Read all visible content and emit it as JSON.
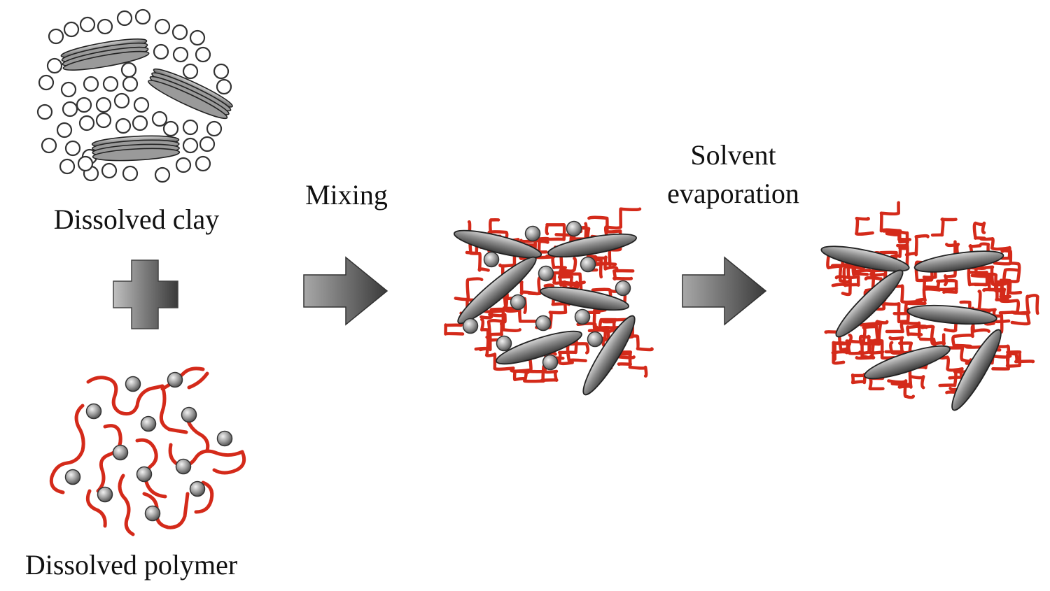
{
  "labels": {
    "dissolved_clay": "Dissolved clay",
    "dissolved_polymer": "Dissolved polymer",
    "mixing": "Mixing",
    "solvent_line1": "Solvent",
    "solvent_line2": "evaporation"
  },
  "colors": {
    "polymer_chain": "#d42a1a",
    "clay_platelet": "#7a7a7a",
    "solvent_molecule": "#333333",
    "arrow": "#5a5a5a",
    "text": "#111111"
  },
  "icons": [
    "plus-icon",
    "arrow-right-icon"
  ]
}
